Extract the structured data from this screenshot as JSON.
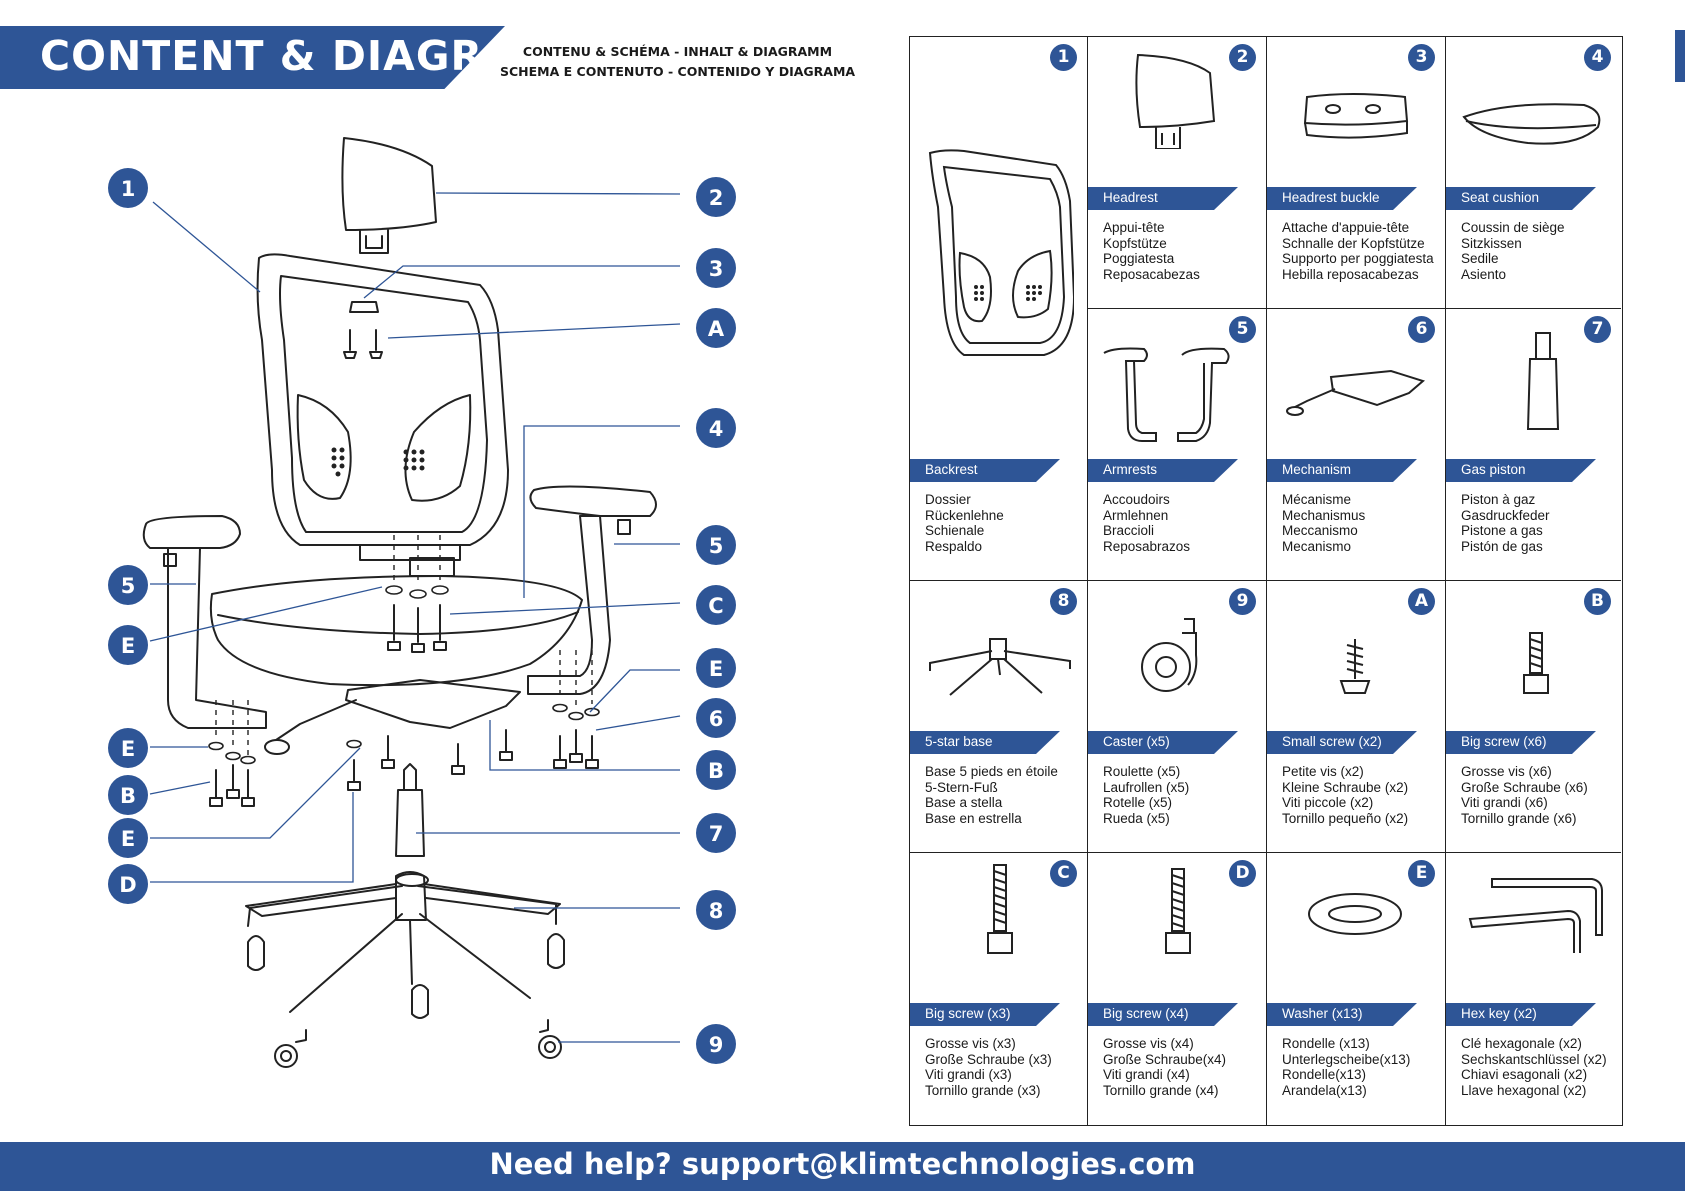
{
  "header": {
    "title": "CONTENT & DIAGRAM",
    "subtitle_line1": "CONTENU & SCHÉMA - INHALT & DIAGRAMM",
    "subtitle_line2": "SCHEMA E CONTENUTO - CONTENIDO Y DIAGRAMA"
  },
  "diagram_callouts": [
    "1",
    "2",
    "3",
    "A",
    "4",
    "5",
    "5",
    "C",
    "E",
    "E",
    "6",
    "E",
    "B",
    "B",
    "E",
    "7",
    "D",
    "8",
    "9"
  ],
  "parts": [
    {
      "id": "1",
      "name": "Backrest",
      "translations": [
        "Dossier",
        "Rückenlehne",
        "Schienale",
        "Respaldo"
      ]
    },
    {
      "id": "2",
      "name": "Headrest",
      "translations": [
        "Appui-tête",
        "Kopfstütze",
        "Poggiatesta",
        "Reposacabezas"
      ]
    },
    {
      "id": "3",
      "name": "Headrest buckle",
      "translations": [
        "Attache d'appuie-tête",
        "Schnalle der Kopfstütze",
        "Supporto per poggiatesta",
        "Hebilla reposacabezas"
      ]
    },
    {
      "id": "4",
      "name": "Seat cushion",
      "translations": [
        "Coussin de siège",
        "Sitzkissen",
        "Sedile",
        "Asiento"
      ]
    },
    {
      "id": "5",
      "name": "Armrests",
      "translations": [
        "Accoudoirs",
        "Armlehnen",
        "Braccioli",
        "Reposabrazos"
      ]
    },
    {
      "id": "6",
      "name": "Mechanism",
      "translations": [
        "Mécanisme",
        "Mechanismus",
        "Meccanismo",
        "Mecanismo"
      ]
    },
    {
      "id": "7",
      "name": "Gas piston",
      "translations": [
        "Piston à gaz",
        "Gasdruckfeder",
        "Pistone a gas",
        "Pistón de gas"
      ]
    },
    {
      "id": "8",
      "name": "5-star base",
      "translations": [
        "Base 5 pieds en étoile",
        "5-Stern-Fuß",
        "Base a stella",
        "Base en estrella"
      ]
    },
    {
      "id": "9",
      "name": "Caster (x5)",
      "translations": [
        "Roulette (x5)",
        "Laufrollen (x5)",
        "Rotelle (x5)",
        "Rueda (x5)"
      ]
    },
    {
      "id": "A",
      "name": "Small screw (x2)",
      "translations": [
        "Petite vis (x2)",
        "Kleine Schraube (x2)",
        "Viti piccole (x2)",
        "Tornillo pequeño (x2)"
      ]
    },
    {
      "id": "B",
      "name": "Big screw (x6)",
      "translations": [
        "Grosse vis (x6)",
        "Große Schraube (x6)",
        "Viti grandi (x6)",
        "Tornillo grande (x6)"
      ]
    },
    {
      "id": "C",
      "name": "Big screw (x3)",
      "translations": [
        "Grosse vis (x3)",
        "Große Schraube (x3)",
        "Viti grandi (x3)",
        "Tornillo grande (x3)"
      ]
    },
    {
      "id": "D",
      "name": "Big screw (x4)",
      "translations": [
        "Grosse vis (x4)",
        "Große Schraube(x4)",
        "Viti grandi (x4)",
        "Tornillo grande (x4)"
      ]
    },
    {
      "id": "E",
      "name": "Washer (x13)",
      "translations": [
        "Rondelle (x13)",
        "Unterlegscheibe(x13)",
        "Rondelle(x13)",
        "Arandela(x13)"
      ]
    },
    {
      "id": "",
      "name": "Hex key (x2)",
      "translations": [
        "Clé hexagonale (x2)",
        "Sechskantschlüssel (x2)",
        "Chiavi esagonali (x2)",
        "Llave hexagonal (x2)"
      ]
    }
  ],
  "footer": {
    "help_text": "Need help? support@klimtechnologies.com"
  },
  "colors": {
    "brand_blue": "#2e5596",
    "line": "#222222"
  }
}
